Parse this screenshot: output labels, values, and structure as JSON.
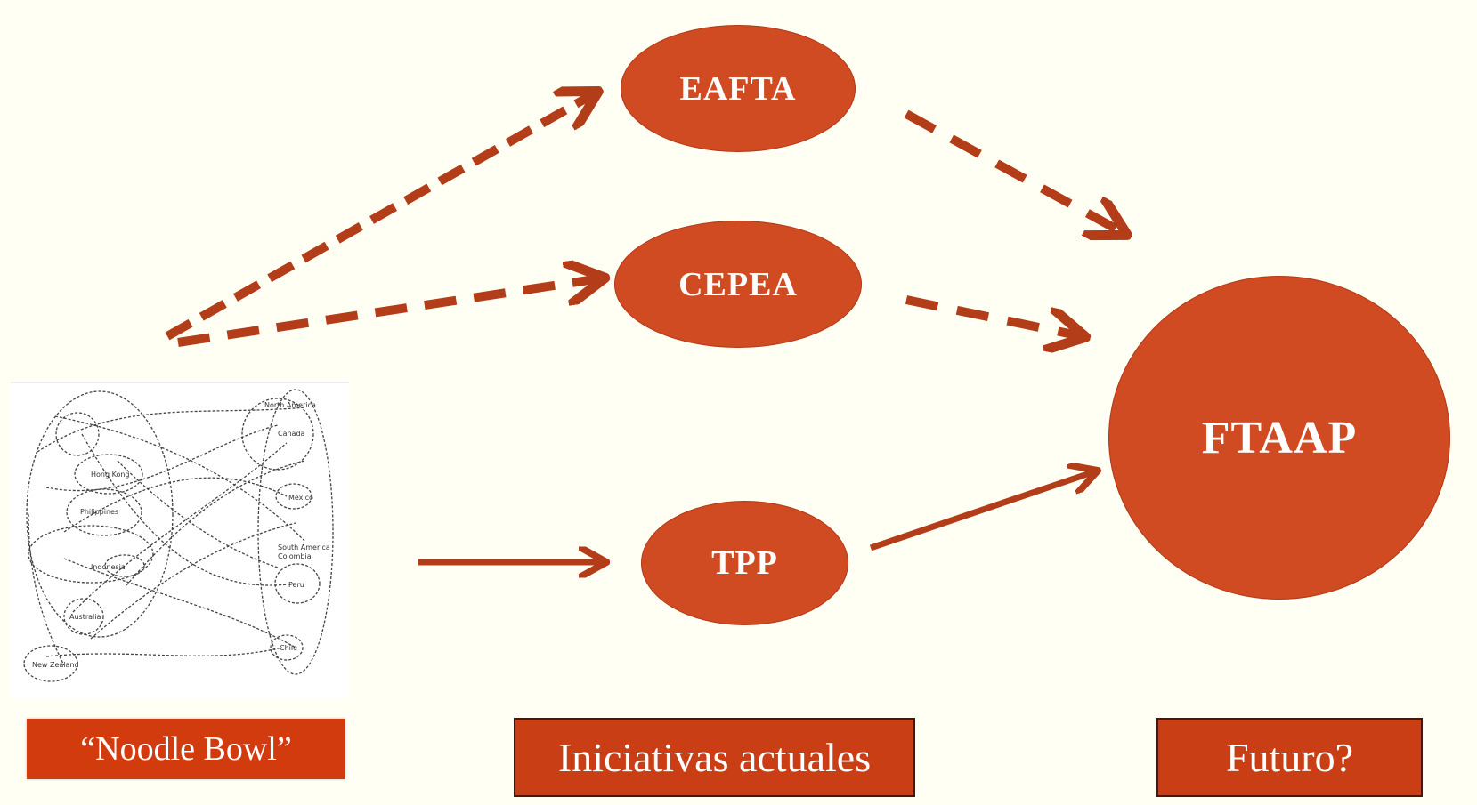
{
  "nodes": {
    "eafta": "EAFTA",
    "cepea": "CEPEA",
    "tpp": "TPP",
    "ftaap": "FTAAP"
  },
  "labels": {
    "noodle_bowl": "“Noodle Bowl”",
    "current_initiatives": "Iniciativas actuales",
    "future": "Futuro?"
  },
  "noodle_bowl_map": {
    "regions": [
      "Hong Kong",
      "Philippines",
      "Indonesia",
      "New Zealand",
      "Australia",
      "North America",
      "Canada",
      "Mexico",
      "South America",
      "Colombia",
      "Peru",
      "Chile"
    ]
  },
  "colors": {
    "node_fill": "#d04a22",
    "label_fill": "#d23b0e",
    "box_fill": "#c93e14",
    "arrow": "#b33d18",
    "background": "#fffff4"
  }
}
